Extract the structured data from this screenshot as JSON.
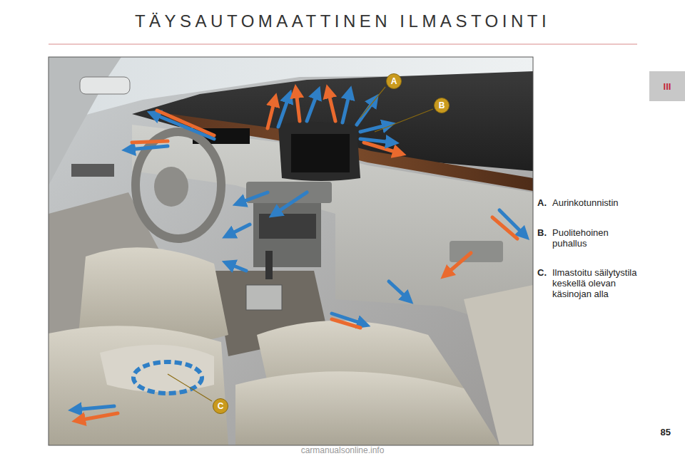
{
  "diagram": {
    "title": "TÄYSAUTOMAATTINEN ILMASTOINTI",
    "nodes": [
      {
        "text": [
          "III"
        ]
      },
      {
        "text": [
          "A"
        ]
      },
      {
        "text": [
          "B"
        ]
      },
      {
        "text": [
          "C"
        ]
      }
    ],
    "labels": [
      "A.",
      "Aurinkotunnistin",
      "B.",
      "Puolitehoinen puhallus",
      "C.",
      "Ilmastoitu säilytystila keskellä olevan käsinojan alla",
      "85",
      "carmanualsonline.info"
    ]
  }
}
